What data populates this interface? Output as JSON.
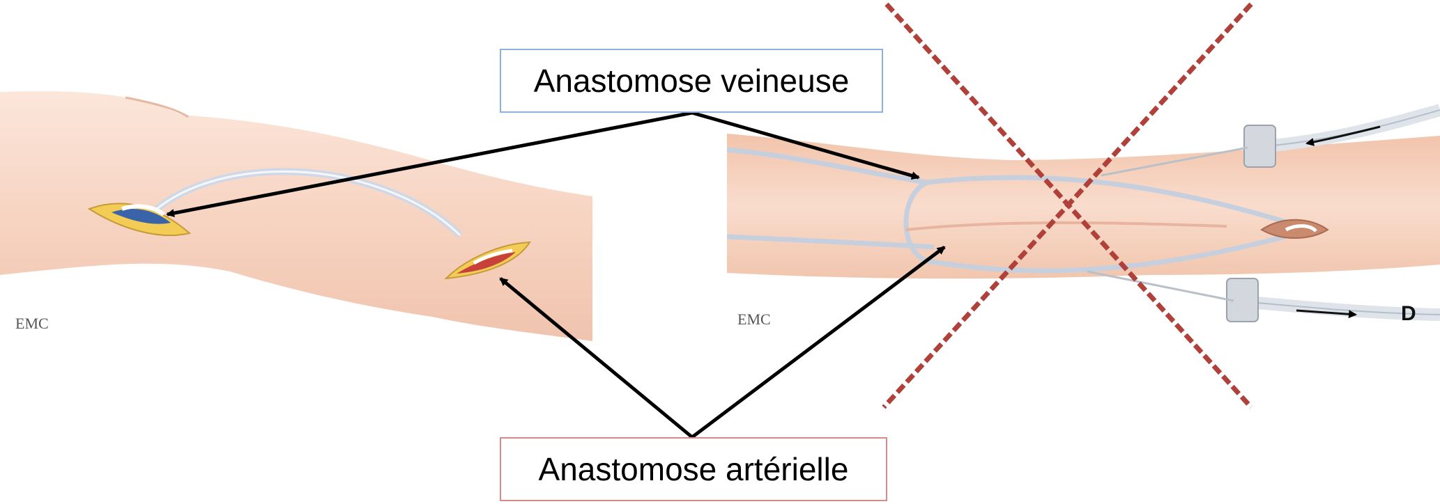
{
  "labels": {
    "venous": "Anastomose veineuse",
    "arterial": "Anastomose artérielle"
  },
  "figures": {
    "left": {
      "watermark": "EMC"
    },
    "right": {
      "watermark": "EMC",
      "panel_letter": "D"
    }
  },
  "colors": {
    "venous_border": "#8fb0dd",
    "arterial_border": "#d98b8b",
    "cross": "#b0403a",
    "arrow": "#000000",
    "skin": "#f6d5c3"
  }
}
